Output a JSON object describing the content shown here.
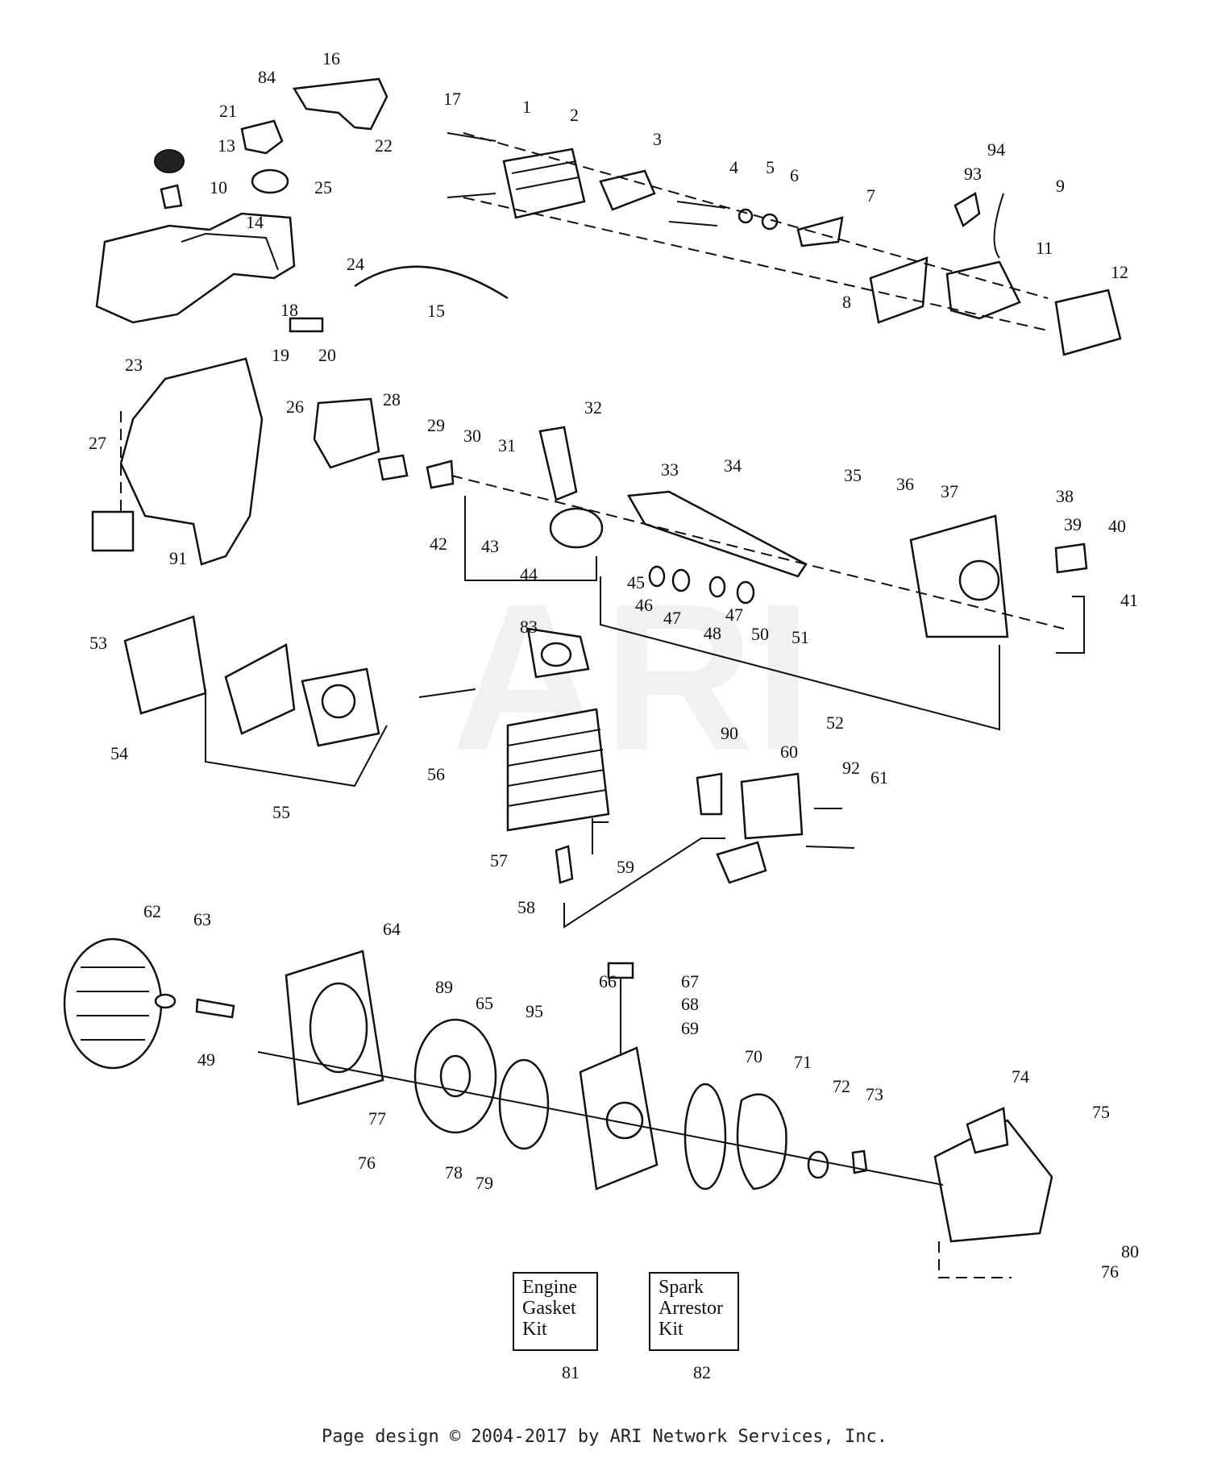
{
  "diagram": {
    "watermark": "ARI",
    "part_numbers": [
      "1",
      "2",
      "3",
      "4",
      "5",
      "6",
      "7",
      "8",
      "9",
      "10",
      "11",
      "12",
      "13",
      "14",
      "15",
      "16",
      "17",
      "18",
      "19",
      "20",
      "21",
      "22",
      "23",
      "24",
      "25",
      "26",
      "27",
      "28",
      "29",
      "30",
      "31",
      "32",
      "33",
      "34",
      "35",
      "36",
      "37",
      "38",
      "39",
      "40",
      "41",
      "42",
      "43",
      "44",
      "45",
      "46",
      "47",
      "47",
      "48",
      "49",
      "50",
      "51",
      "52",
      "53",
      "54",
      "55",
      "56",
      "57",
      "58",
      "59",
      "60",
      "61",
      "62",
      "63",
      "64",
      "65",
      "66",
      "67",
      "68",
      "69",
      "70",
      "71",
      "72",
      "73",
      "74",
      "75",
      "76",
      "76",
      "77",
      "78",
      "79",
      "80",
      "81",
      "82",
      "83",
      "84",
      "89",
      "90",
      "91",
      "92",
      "93",
      "94",
      "95"
    ],
    "kits": [
      {
        "lines": [
          "Engine",
          "Gasket",
          "Kit"
        ],
        "number": "81"
      },
      {
        "lines": [
          "Spark",
          "Arrestor",
          "Kit"
        ],
        "number": "82"
      }
    ]
  },
  "footer": {
    "copyright": "Page design © 2004-2017 by ARI Network Services, Inc."
  }
}
